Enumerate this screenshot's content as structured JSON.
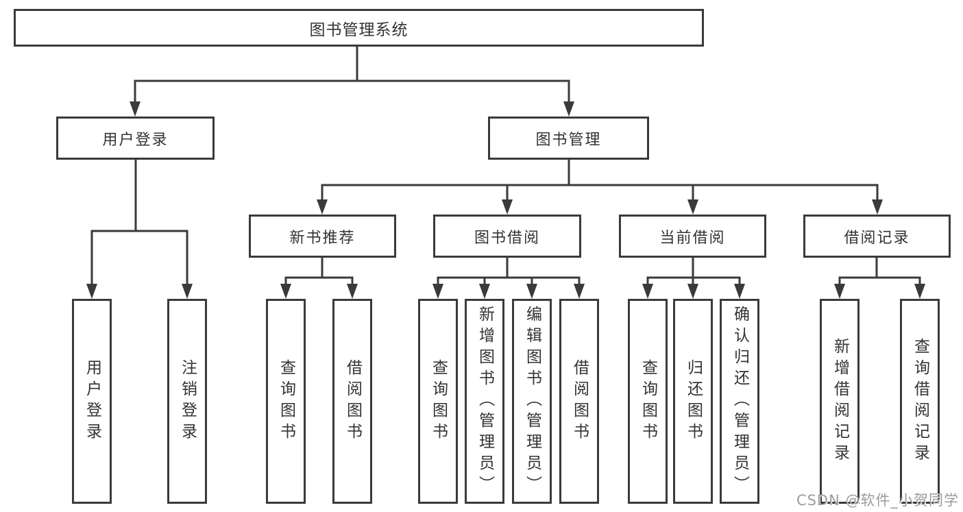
{
  "diagram": {
    "title": "图书管理系统",
    "colors": {
      "line": "#3a3a3a",
      "box_border": "#3a3a3a",
      "box_fill": "#ffffff",
      "text": "#333333",
      "background": "#ffffff",
      "watermark": "#9b9b9b"
    },
    "nodes": {
      "root": {
        "label": "图书管理系统"
      },
      "user_login": {
        "label": "用户登录"
      },
      "book_management": {
        "label": "图书管理"
      },
      "new_book_recommend": {
        "label": "新书推荐"
      },
      "book_borrow": {
        "label": "图书借阅"
      },
      "current_borrow": {
        "label": "当前借阅"
      },
      "borrow_records": {
        "label": "借阅记录"
      },
      "leaf_user_login": {
        "label": "用户登录",
        "parent": "用户登录"
      },
      "leaf_logout": {
        "label": "注销登录",
        "parent": "用户登录"
      },
      "leaf_query_book_recommend": {
        "label": "查询图书",
        "parent": "新书推荐"
      },
      "leaf_borrow_book_recommend": {
        "label": "借阅图书",
        "parent": "新书推荐"
      },
      "leaf_query_book_borrow": {
        "label": "查询图书",
        "parent": "图书借阅"
      },
      "leaf_add_book": {
        "label": "新增图书（管理员）",
        "parent": "图书借阅"
      },
      "leaf_edit_book": {
        "label": "编辑图书（管理员）",
        "parent": "图书借阅"
      },
      "leaf_borrow_book": {
        "label": "借阅图书",
        "parent": "图书借阅"
      },
      "leaf_query_book_current": {
        "label": "查询图书",
        "parent": "当前借阅"
      },
      "leaf_return_book": {
        "label": "归还图书",
        "parent": "当前借阅"
      },
      "leaf_confirm_return": {
        "label": "确认归还（管理员）",
        "parent": "当前借阅"
      },
      "leaf_add_borrow_record": {
        "label": "新增借阅记录",
        "parent": "借阅记录"
      },
      "leaf_query_borrow_record": {
        "label": "查询借阅记录",
        "parent": "借阅记录"
      }
    }
  },
  "watermark": {
    "text": "CSDN @软件_小贺同学"
  }
}
